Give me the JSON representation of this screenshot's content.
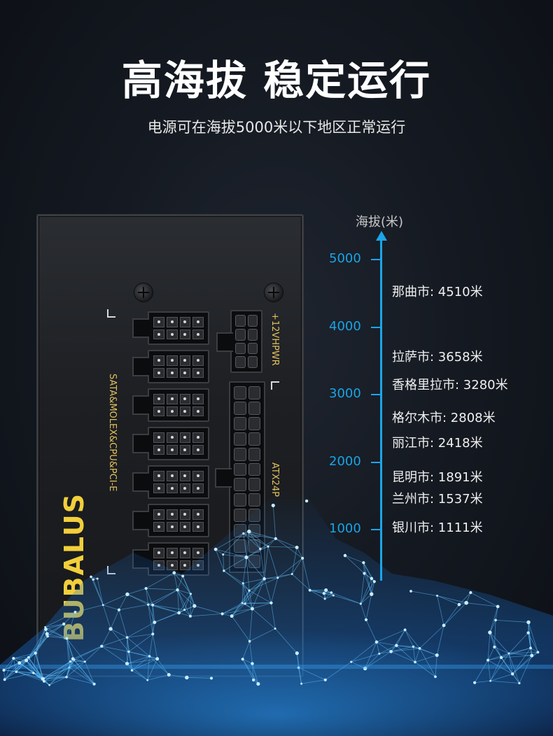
{
  "header": {
    "title": "高海拔 稳定运行",
    "subtitle": "电源可在海拔5000米以下地区正常运行"
  },
  "psu": {
    "brand": "BUBALUS",
    "label_left": "SATA&MOLEX&CPU&PCI-E",
    "label_hpwr": "+12VHPWR",
    "label_atx": "ATX24P"
  },
  "altitude_axis": {
    "title": "海拔(米)",
    "ticks": [
      "5000",
      "4000",
      "3000",
      "2000",
      "1000"
    ],
    "cities": [
      {
        "text": "那曲市: 4510米"
      },
      {
        "text": "拉萨市: 3658米"
      },
      {
        "text": "香格里拉市: 3280米"
      },
      {
        "text": "格尔木市: 2808米"
      },
      {
        "text": "丽江市: 2418米"
      },
      {
        "text": "昆明市: 1891米"
      },
      {
        "text": "兰州市: 1537米"
      },
      {
        "text": "银川市: 1111米"
      }
    ]
  },
  "colors": {
    "axis": "#1aa6e8",
    "brand": "#f2cf3a",
    "label": "#e2c15c",
    "background": "#151a22"
  }
}
